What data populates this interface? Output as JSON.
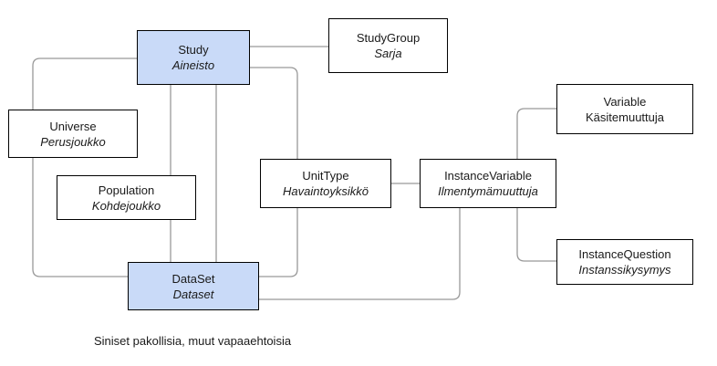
{
  "nodes": {
    "study": {
      "label": "Study",
      "label_fi": "Aineisto",
      "required": true
    },
    "studygroup": {
      "label": "StudyGroup",
      "label_fi": "Sarja",
      "required": false
    },
    "universe": {
      "label": "Universe",
      "label_fi": "Perusjoukko",
      "required": false
    },
    "population": {
      "label": "Population",
      "label_fi": "Kohdejoukko",
      "required": false
    },
    "unittype": {
      "label": "UnitType",
      "label_fi": "Havaintoyksikkö",
      "required": false
    },
    "instancevariable": {
      "label": "InstanceVariable",
      "label_fi": "Ilmentymämuuttuja",
      "required": false
    },
    "variable": {
      "label": "Variable",
      "label_fi": "Käsitemuuttuja",
      "required": false
    },
    "instancequestion": {
      "label": "InstanceQuestion",
      "label_fi": "Instanssikysymys",
      "required": false
    },
    "dataset": {
      "label": "DataSet",
      "label_fi": "Dataset",
      "required": true
    }
  },
  "caption": "Siniset pakollisia, muut vapaaehtoisia",
  "colors": {
    "required_fill": "#c9daf8",
    "optional_fill": "#ffffff",
    "border": "#000000",
    "edge": "#999999"
  }
}
